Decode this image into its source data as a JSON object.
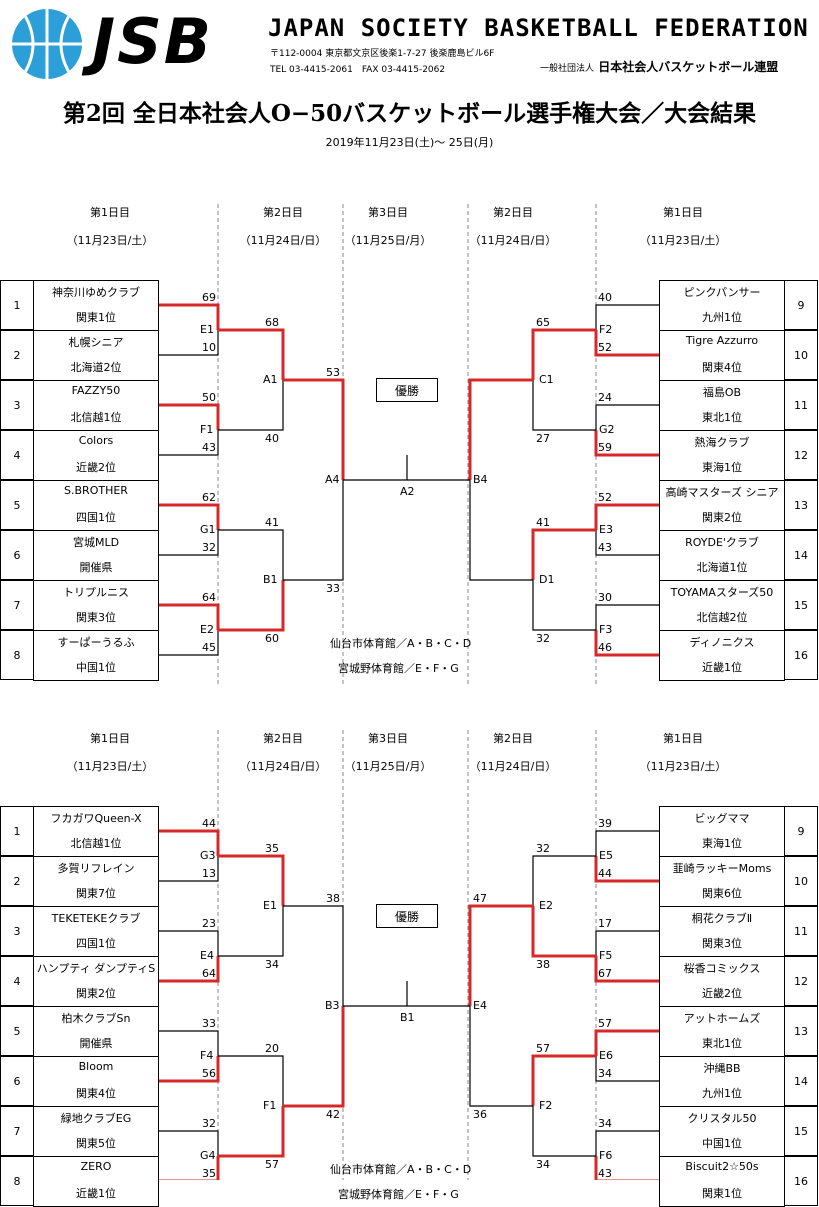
{
  "header": {
    "logo": "JSB",
    "org_en": "JAPAN SOCIETY BASKETBALL FEDERATION",
    "address": "〒112-0004 東京都文京区後楽1-7-27 後楽鹿島ビル6F",
    "tel": "TEL 03-4415-2061　FAX 03-4415-2062",
    "org_jp_prefix": "一般社団法人",
    "org_jp": "日本社会人バスケットボール連盟",
    "title": "第2回 全日本社会人O−50バスケットボール選手権大会／大会結果",
    "date": "2019年11月23日(土)〜 25日(月)"
  },
  "columns": [
    {
      "day": "第1日目",
      "date": "（11月23日/土）"
    },
    {
      "day": "第2日目",
      "date": "（11月24日/日）"
    },
    {
      "day": "第3日目",
      "date": "（11月25日/月）"
    },
    {
      "day": "第2日目",
      "date": "（11月24日/日）"
    },
    {
      "day": "第1日目",
      "date": "（11月23日/土）"
    }
  ],
  "brackets": [
    {
      "left_teams": [
        {
          "seed": "1",
          "name": "神奈川ゆめクラブ",
          "rank": "関東1位"
        },
        {
          "seed": "2",
          "name": "札幌シニア",
          "rank": "北海道2位"
        },
        {
          "seed": "3",
          "name": "FAZZY50",
          "rank": "北信越1位"
        },
        {
          "seed": "4",
          "name": "Colors",
          "rank": "近畿2位"
        },
        {
          "seed": "5",
          "name": "S.BROTHER",
          "rank": "四国1位"
        },
        {
          "seed": "6",
          "name": "宮城MLD",
          "rank": "開催県"
        },
        {
          "seed": "7",
          "name": "トリプルニス",
          "rank": "関東3位"
        },
        {
          "seed": "8",
          "name": "すーぱーうるふ",
          "rank": "中国1位"
        }
      ],
      "right_teams": [
        {
          "seed": "9",
          "name": "ピンクパンサー",
          "rank": "九州1位"
        },
        {
          "seed": "10",
          "name": "Tigre Azzurro",
          "rank": "関東4位"
        },
        {
          "seed": "11",
          "name": "福島OB",
          "rank": "東北1位"
        },
        {
          "seed": "12",
          "name": "熱海クラブ",
          "rank": "東海1位"
        },
        {
          "seed": "13",
          "name": "高崎マスターズ シニア",
          "rank": "関東2位"
        },
        {
          "seed": "14",
          "name": "ROYDE'クラブ",
          "rank": "北海道1位"
        },
        {
          "seed": "15",
          "name": "TOYAMAスターズ50",
          "rank": "北信越2位"
        },
        {
          "seed": "16",
          "name": "ディノニクス",
          "rank": "近畿1位"
        }
      ],
      "left_r1_scores": [
        "69",
        "10",
        "50",
        "43",
        "62",
        "32",
        "64",
        "45"
      ],
      "left_r1_games": [
        "E1",
        "F1",
        "G1",
        "E2"
      ],
      "left_r2_scores": [
        "68",
        "40",
        "41",
        "60"
      ],
      "left_r2_games": [
        "A1",
        "B1"
      ],
      "left_r3_scores": [
        "53",
        "33"
      ],
      "left_semi": "A4",
      "right_r1_scores": [
        "40",
        "52",
        "24",
        "59",
        "52",
        "43",
        "30",
        "46"
      ],
      "right_r1_games": [
        "F2",
        "G2",
        "E3",
        "F3"
      ],
      "right_r2_scores": [
        "65",
        "27",
        "41",
        "32"
      ],
      "right_r2_games": [
        "C1",
        "D1"
      ],
      "right_semi": "B4",
      "final_game": "A2",
      "champion": "優勝",
      "venue1": "仙台市体育館／A・B・C・D",
      "venue2": "宮城野体育館／E・F・G"
    },
    {
      "left_teams": [
        {
          "seed": "1",
          "name": "フカガワQueen-X",
          "rank": "北信越1位"
        },
        {
          "seed": "2",
          "name": "多賀リフレイン",
          "rank": "関東7位"
        },
        {
          "seed": "3",
          "name": "TEKETEKEクラブ",
          "rank": "四国1位"
        },
        {
          "seed": "4",
          "name": "ハンプティ ダンプティS",
          "rank": "関東2位"
        },
        {
          "seed": "5",
          "name": "柏木クラブSn",
          "rank": "開催県"
        },
        {
          "seed": "6",
          "name": "Bloom",
          "rank": "関東4位"
        },
        {
          "seed": "7",
          "name": "緑地クラブEG",
          "rank": "関東5位"
        },
        {
          "seed": "8",
          "name": "ZERO",
          "rank": "近畿1位"
        }
      ],
      "right_teams": [
        {
          "seed": "9",
          "name": "ビッグママ",
          "rank": "東海1位"
        },
        {
          "seed": "10",
          "name": "韮崎ラッキーMoms",
          "rank": "関東6位"
        },
        {
          "seed": "11",
          "name": "桐花クラブⅡ",
          "rank": "関東3位"
        },
        {
          "seed": "12",
          "name": "桜香コミックス",
          "rank": "近畿2位"
        },
        {
          "seed": "13",
          "name": "アットホームズ",
          "rank": "東北1位"
        },
        {
          "seed": "14",
          "name": "沖縄BB",
          "rank": "九州1位"
        },
        {
          "seed": "15",
          "name": "クリスタル50",
          "rank": "中国1位"
        },
        {
          "seed": "16",
          "name": "Biscuit2☆50s",
          "rank": "関東1位"
        }
      ],
      "left_r1_scores": [
        "44",
        "13",
        "23",
        "64",
        "33",
        "56",
        "32",
        "35"
      ],
      "left_r1_games": [
        "G3",
        "E4",
        "F4",
        "G4"
      ],
      "left_r2_scores": [
        "35",
        "34",
        "20",
        "57"
      ],
      "left_r2_games": [
        "E1",
        "F1"
      ],
      "left_r3_scores": [
        "38",
        "42"
      ],
      "left_semi": "B3",
      "right_r1_scores": [
        "39",
        "44",
        "17",
        "67",
        "57",
        "34",
        "34",
        "43"
      ],
      "right_r1_games": [
        "E5",
        "F5",
        "E6",
        "F6"
      ],
      "right_r2_scores": [
        "32",
        "38",
        "57",
        "34"
      ],
      "right_r2_games": [
        "E2",
        "F2"
      ],
      "right_semi": "E4",
      "right_r3_scores": [
        "47",
        "36"
      ],
      "final_game": "B1",
      "champion": "優勝",
      "venue1": "仙台市体育館／A・B・C・D",
      "venue2": "宮城野体育館／E・F・G"
    }
  ],
  "colors": {
    "winner": "#d62828",
    "line": "#000000",
    "logo_blue": "#2d9fd8"
  }
}
